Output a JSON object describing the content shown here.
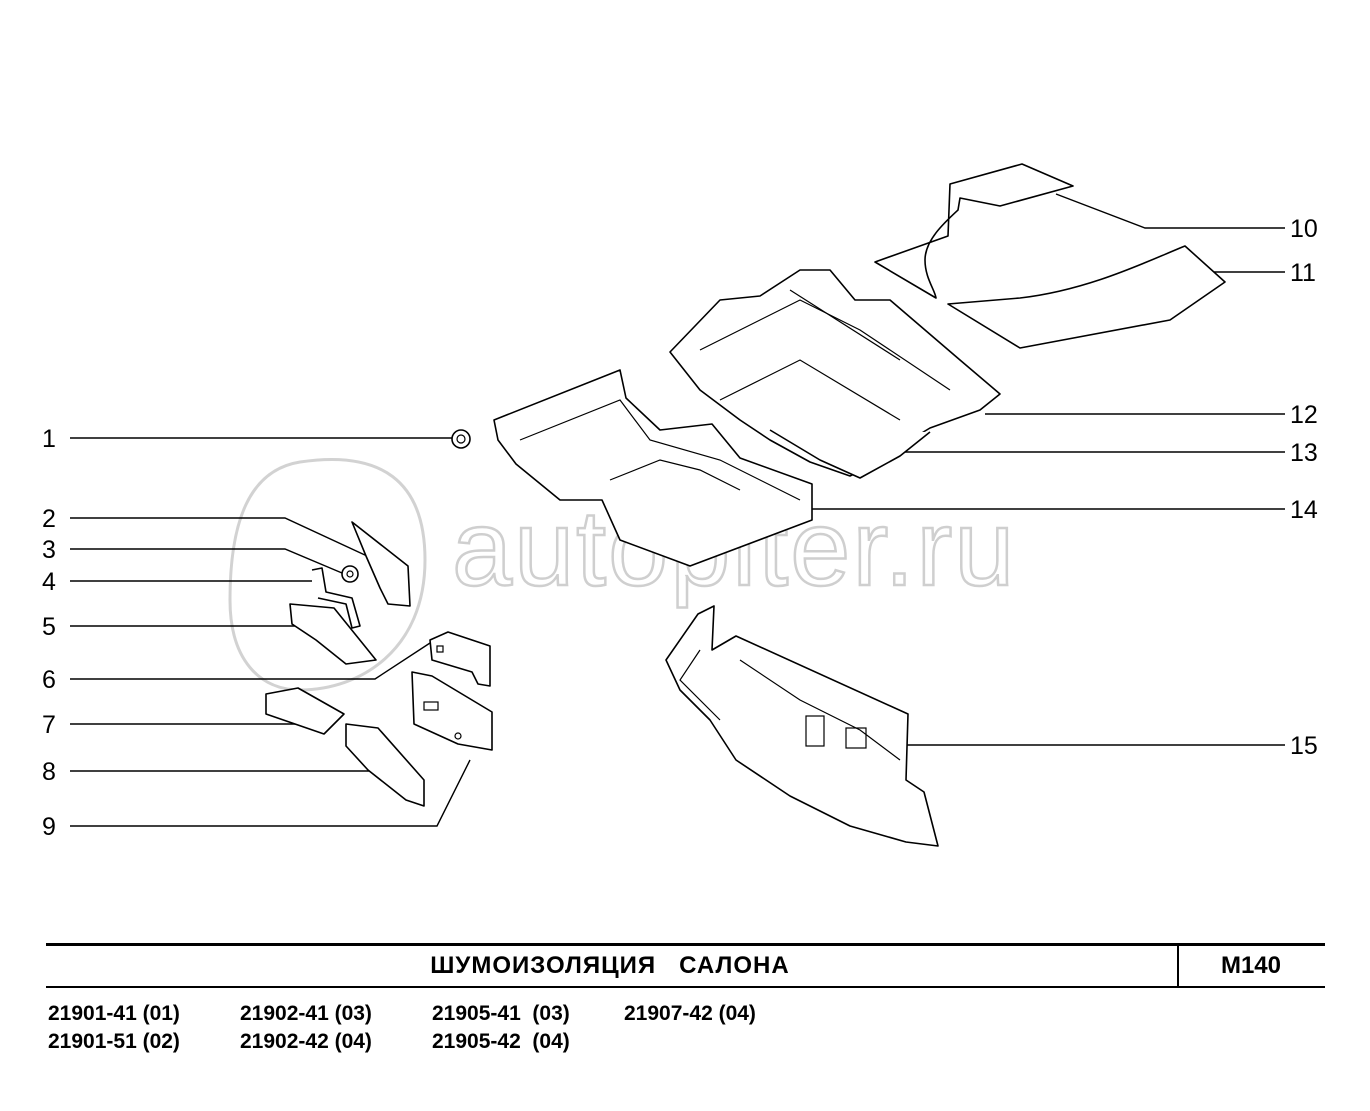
{
  "watermark": {
    "text": "autopiter.ru",
    "logo": "autopiter-logo-icon"
  },
  "callouts": [
    "1",
    "2",
    "3",
    "4",
    "5",
    "6",
    "7",
    "8",
    "9",
    "10",
    "11",
    "12",
    "13",
    "14",
    "15"
  ],
  "title_block": {
    "title": "ШУМОИЗОЛЯЦИЯ   САЛОНА",
    "code": "M140"
  },
  "models": [
    [
      "21901-41 (01)",
      "21902-41 (03)",
      "21905-41  (03)",
      "21907-42 (04)"
    ],
    [
      "21901-51 (02)",
      "21902-42 (04)",
      "21905-42  (04)"
    ]
  ]
}
